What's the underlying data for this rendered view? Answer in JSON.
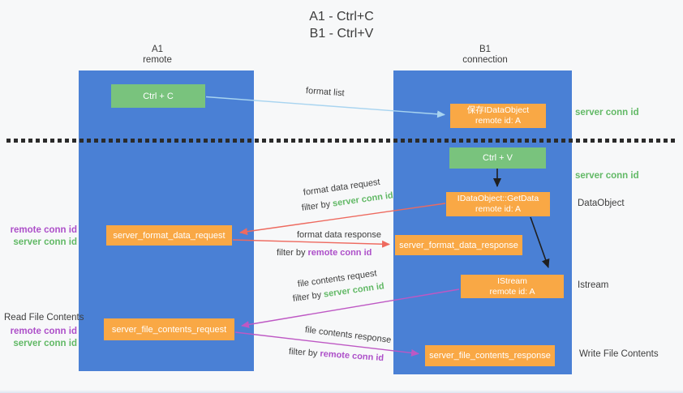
{
  "title": {
    "line1": "A1 - Ctrl+C",
    "line2": "B1 - Ctrl+V"
  },
  "lanes": {
    "a1": {
      "name": "A1",
      "subtitle": "remote"
    },
    "b1": {
      "name": "B1",
      "subtitle": "connection"
    }
  },
  "nodes": {
    "ctrl_c": {
      "label": "Ctrl + C"
    },
    "save_idataobject": {
      "line1": "保存IDataObject",
      "line2": "remote id: A"
    },
    "ctrl_v": {
      "label": "Ctrl + V"
    },
    "idataobject_getdata": {
      "line1": "IDataObject::GetData",
      "line2": "remote id: A"
    },
    "server_format_data_request": {
      "label": "server_format_data_request"
    },
    "server_format_data_response": {
      "label": "server_format_data_response"
    },
    "istream": {
      "line1": "IStream",
      "line2": "remote id: A"
    },
    "server_file_contents_request": {
      "label": "server_file_contents_request"
    },
    "server_file_contents_response": {
      "label": "server_file_contents_response"
    }
  },
  "flow_labels": {
    "format_list": "format list",
    "format_data_request": "format data request",
    "format_data_request_filter": {
      "prefix": "filter by ",
      "key": "server conn id"
    },
    "format_data_response": "format data response",
    "format_data_response_filter": {
      "prefix": "filter by ",
      "key": "remote conn id"
    },
    "file_contents_request": "file contents request",
    "file_contents_request_filter": {
      "prefix": "filter by ",
      "key": "server conn id"
    },
    "file_contents_response": "file contents response",
    "file_contents_response_filter": {
      "prefix": "filter by ",
      "key": "remote conn id"
    }
  },
  "side_labels": {
    "right": [
      {
        "text": "server conn id"
      },
      {
        "text": "server conn id"
      },
      {
        "text": "DataObject"
      },
      {
        "text": "Istream"
      },
      {
        "text": "Write File Contents"
      }
    ],
    "left": [
      {
        "text": "remote conn id"
      },
      {
        "text": "server conn id"
      },
      {
        "text": "Read File Contents"
      },
      {
        "text": "remote conn id"
      },
      {
        "text": "server conn id"
      }
    ]
  },
  "colors": {
    "lane_blue": "#4a80d5",
    "node_green": "#79c37d",
    "node_orange": "#f9a845",
    "arrow_format_list": "#a8d4f0",
    "arrow_format_data": "#ee6a5f",
    "arrow_file_contents": "#be58c4",
    "arrow_black": "#1f1f1f",
    "server_conn_id_text": "#62b966",
    "remote_conn_id_text": "#ad4fc9",
    "label_text": "#3d3d3d"
  }
}
